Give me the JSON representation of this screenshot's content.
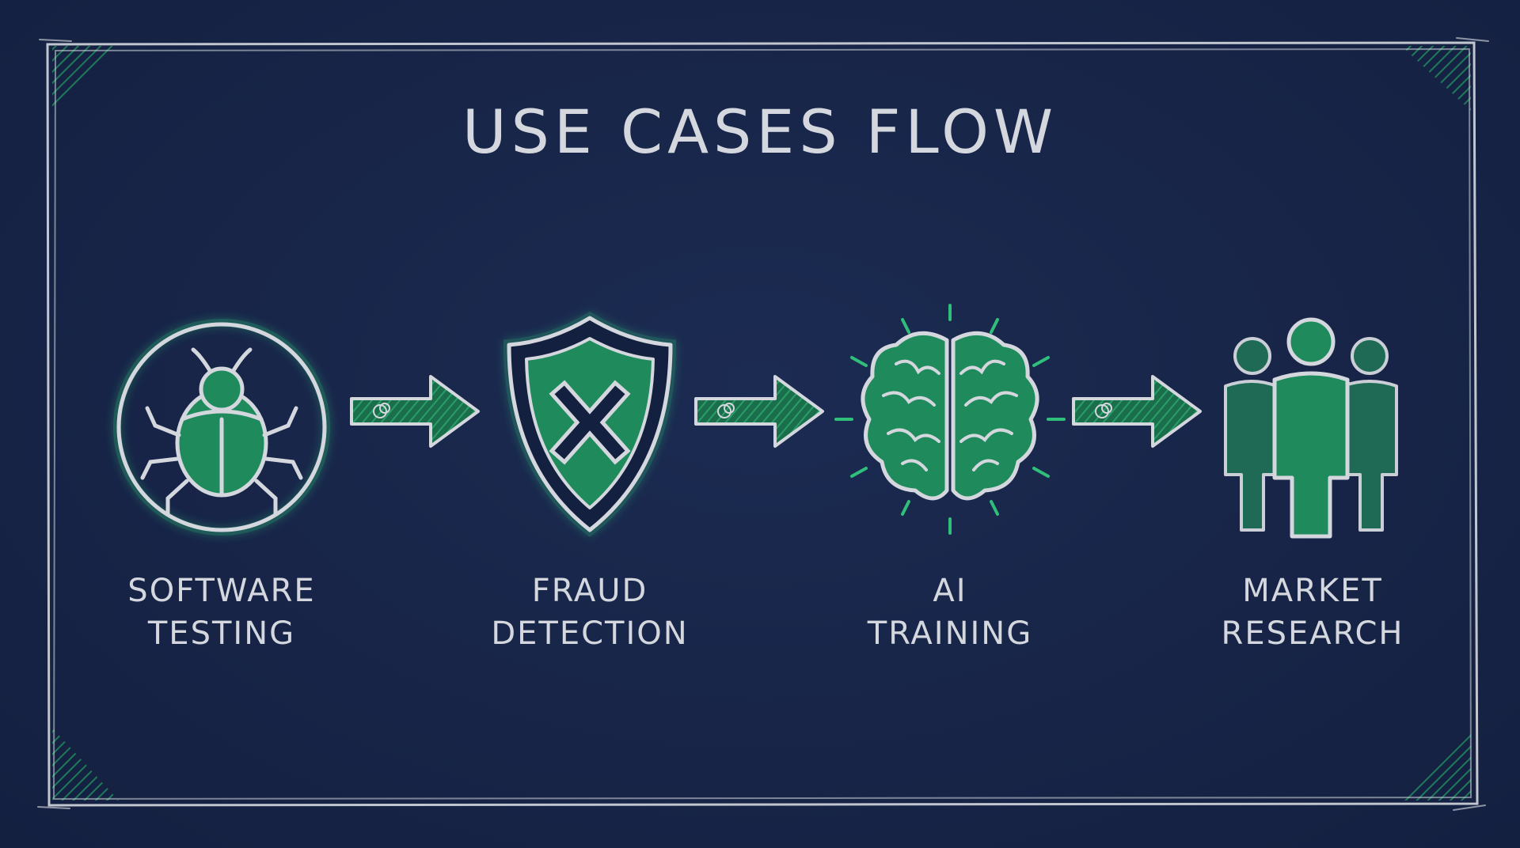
{
  "title": "USE CASES FLOW",
  "colors": {
    "background": "#172447",
    "chalk": "#d4d8de",
    "accent": "#1f8a5c",
    "glow": "#2fbf7a"
  },
  "steps": [
    {
      "icon": "bug-icon",
      "line1": "SOFTWARE",
      "line2": "TESTING"
    },
    {
      "icon": "shield-x-icon",
      "line1": "FRAUD",
      "line2": "DETECTION"
    },
    {
      "icon": "brain-icon",
      "line1": "AI",
      "line2": "TRAINING"
    },
    {
      "icon": "people-icon",
      "line1": "MARKET",
      "line2": "RESEARCH"
    }
  ]
}
